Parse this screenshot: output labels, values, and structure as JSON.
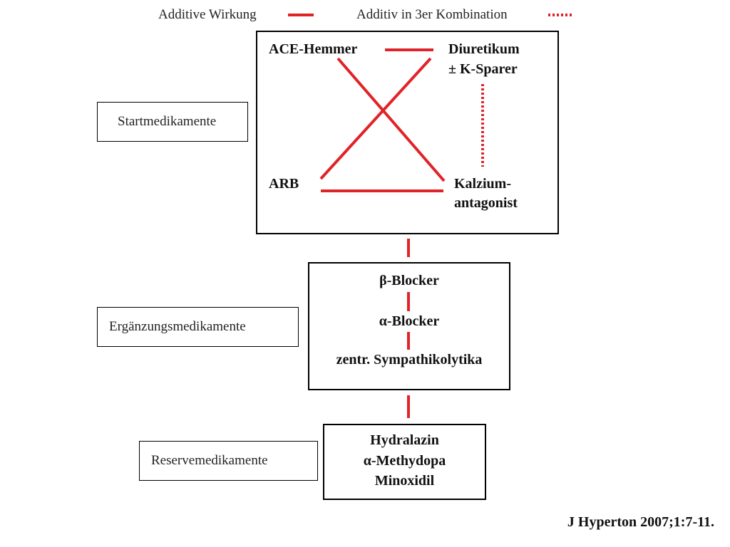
{
  "legend": {
    "additive_label": "Additive Wirkung",
    "triple_label": "Additiv in 3er Kombination"
  },
  "colors": {
    "connector_red": "#e02328",
    "border": "#000000"
  },
  "categories": {
    "start": "Startmedikamente",
    "supplement": "Ergänzungsmedikamente",
    "reserve": "Reservemedikamente"
  },
  "start_box": {
    "ace": "ACE-Hemmer",
    "diuretic_line1": "Diuretikum",
    "diuretic_line2": "± K-Sparer",
    "arb": "ARB",
    "calcium_line1": "Kalzium-",
    "calcium_line2": "antagonist"
  },
  "supplement_box": {
    "beta": "β-Blocker",
    "alpha": "α-Blocker",
    "central": "zentr. Sympathikolytika"
  },
  "reserve_box": {
    "hydralazin": "Hydralazin",
    "methyldopa": "α-Methydopa",
    "minoxidil": "Minoxidil"
  },
  "citation": "J Hyperton 2007;1:7-11."
}
